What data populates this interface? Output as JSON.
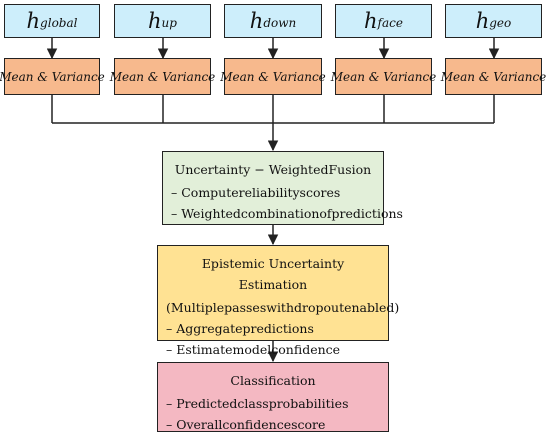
{
  "inputs": [
    {
      "symbol": "h",
      "sub": "global"
    },
    {
      "symbol": "h",
      "sub": "up"
    },
    {
      "symbol": "h",
      "sub": "down"
    },
    {
      "symbol": "h",
      "sub": "face"
    },
    {
      "symbol": "h",
      "sub": "geo"
    }
  ],
  "mean_variance_label": "Mean & Variance",
  "fusion": {
    "title": "Uncertainty − WeightedFusion",
    "lines": [
      "– Computereliabilityscores",
      "– Weightedcombinationofpredictions"
    ]
  },
  "epistemic": {
    "title": "Epistemic Uncertainty Estimation",
    "lines": [
      "(Multiplepasseswithdropoutenabled)",
      "– Aggregatepredictions",
      "– Estimatemodelconfidence"
    ]
  },
  "classification": {
    "title": "Classification",
    "lines": [
      "– Predictedclassprobabilities",
      "– Overallconfidencescore"
    ]
  },
  "colors": {
    "input_fill": "#cdeefb",
    "mean_variance_fill": "#f7b98d",
    "fusion_fill": "#e2efd9",
    "epistemic_fill": "#ffe293",
    "classification_fill": "#f4b8c2"
  }
}
